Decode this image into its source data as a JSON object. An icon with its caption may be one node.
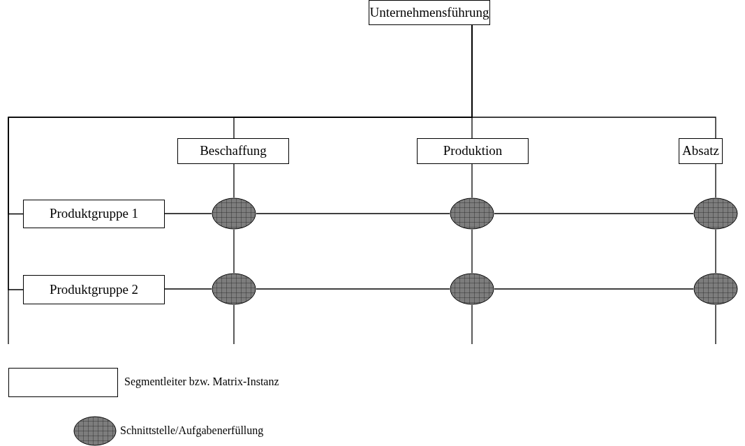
{
  "diagram": {
    "nodes": [
      {
        "text": [
          "Unternehmensführung"
        ]
      },
      {
        "text": [
          "Beschaffung"
        ]
      },
      {
        "text": [
          "Produktion"
        ]
      },
      {
        "text": [
          "Absatz"
        ]
      },
      {
        "text": [
          "Produktgruppe 1"
        ]
      },
      {
        "text": [
          "Produktgruppe 2"
        ]
      },
      {
        "text": [],
        "shape": "ellipse"
      },
      {
        "text": [],
        "shape": "ellipse"
      },
      {
        "text": [],
        "shape": "ellipse"
      },
      {
        "text": [],
        "shape": "ellipse"
      },
      {
        "text": [],
        "shape": "ellipse"
      },
      {
        "text": [],
        "shape": "ellipse"
      }
    ],
    "edges": [
      {
        "from": 0,
        "to": 1,
        "arrow": "none"
      },
      {
        "from": 0,
        "to": 2,
        "arrow": "none"
      },
      {
        "from": 0,
        "to": 3,
        "arrow": "none"
      },
      {
        "from": 0,
        "to": 4,
        "arrow": "none"
      },
      {
        "from": 0,
        "to": 5,
        "arrow": "none"
      },
      {
        "from": 1,
        "to": 6,
        "arrow": "none"
      },
      {
        "from": 2,
        "to": 7,
        "arrow": "none"
      },
      {
        "from": 3,
        "to": 8,
        "arrow": "none"
      },
      {
        "from": 6,
        "to": 9,
        "arrow": "none"
      },
      {
        "from": 7,
        "to": 10,
        "arrow": "none"
      },
      {
        "from": 8,
        "to": 11,
        "arrow": "none"
      },
      {
        "from": 9,
        "to": null,
        "arrow": "none"
      },
      {
        "from": 10,
        "to": null,
        "arrow": "none"
      },
      {
        "from": 11,
        "to": null,
        "arrow": "none"
      },
      {
        "from": 4,
        "to": 6,
        "arrow": "none"
      },
      {
        "from": 6,
        "to": 7,
        "arrow": "none"
      },
      {
        "from": 7,
        "to": 8,
        "arrow": "none"
      },
      {
        "from": 5,
        "to": 9,
        "arrow": "none"
      },
      {
        "from": 9,
        "to": 10,
        "arrow": "none"
      },
      {
        "from": 10,
        "to": 11,
        "arrow": "none"
      }
    ],
    "legend": [
      {
        "text": "Segmentleiter bzw. Matrix-Instanz"
      },
      {
        "text": "Schnittstelle/Aufgabenerfüllung"
      }
    ]
  }
}
